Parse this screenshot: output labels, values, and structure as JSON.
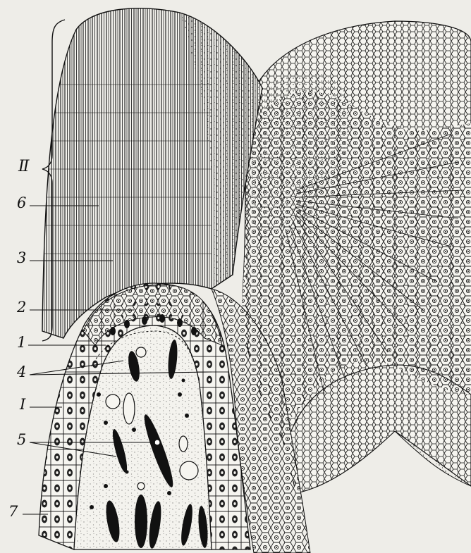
{
  "figure": {
    "labels": {
      "II": "II",
      "6": "6",
      "3": "3",
      "2": "2",
      "1": "1",
      "4": "4",
      "I": "I",
      "5": "5",
      "7": "7"
    },
    "colors": {
      "ink": "#111111",
      "paper": "#eeede8",
      "cell_fill": "#f6f5f0"
    }
  }
}
